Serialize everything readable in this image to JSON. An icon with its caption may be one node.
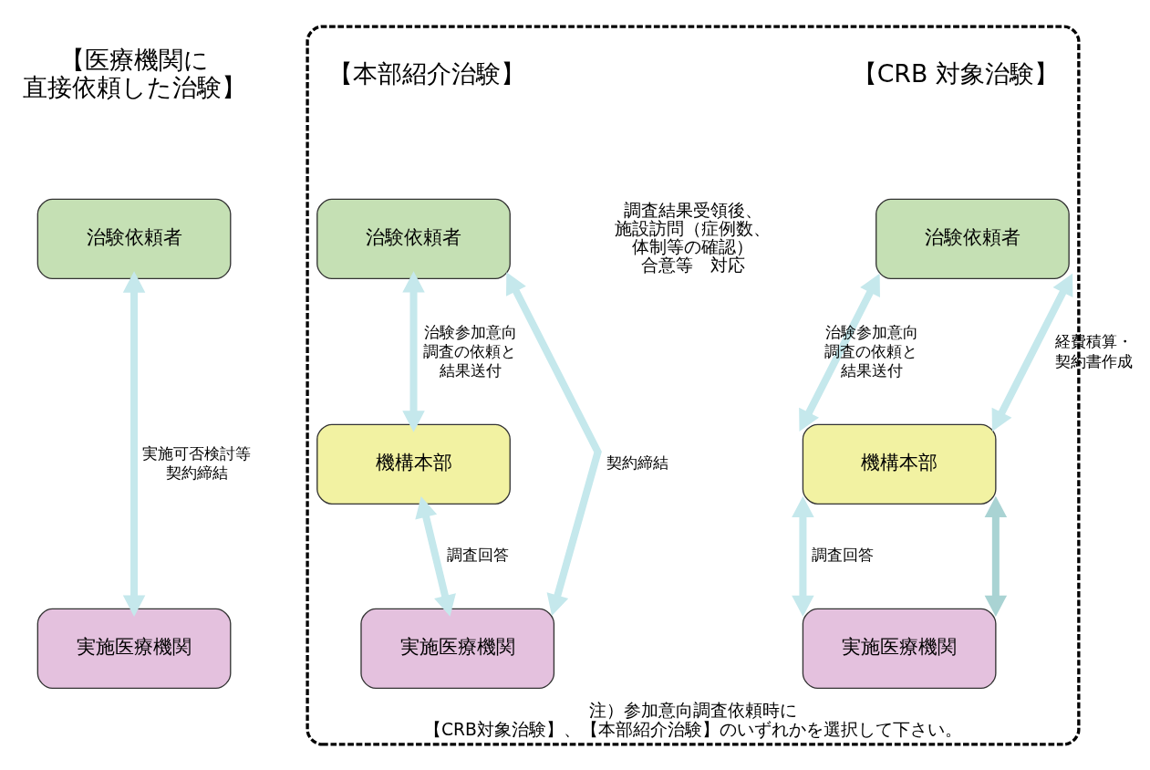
{
  "diagram": {
    "nodes": [
      {
        "text": [
          "治験依頼者"
        ]
      },
      {
        "text": [
          "実施医療機関"
        ]
      },
      {
        "text": [
          "注）参加意向調査依頼時に【CRB対象治験】、【本部紹介治験】のいずれかを選択して下さい。"
        ]
      },
      {
        "text": [
          "治験依頼者"
        ],
        "in": 2
      },
      {
        "text": [
          "機構本部"
        ],
        "in": 2
      },
      {
        "text": [
          "実施医療機関"
        ],
        "in": 2
      },
      {
        "text": [
          "治験依頼者"
        ],
        "in": 2
      },
      {
        "text": [
          "機構本部"
        ],
        "in": 2
      },
      {
        "text": [
          "実施医療機関"
        ],
        "in": 2
      }
    ],
    "edges": [
      {
        "from": 0,
        "to": 1,
        "arrow": "both",
        "label": "実施可否検討等契約締結"
      },
      {
        "from": 3,
        "to": 4,
        "arrow": "both",
        "label": "治験参加意向調査の依頼と結果送付"
      },
      {
        "from": 4,
        "to": 5,
        "arrow": "both",
        "label": "調査回答"
      },
      {
        "from": 3,
        "to": 5,
        "arrow": "both",
        "label": "契約締結"
      },
      {
        "from": 6,
        "to": 7,
        "arrow": "both",
        "label": "治験参加意向調査の依頼と結果送付"
      },
      {
        "from": 6,
        "to": 7,
        "arrow": "both",
        "label": "経費積算・契約書作成"
      },
      {
        "from": 7,
        "to": 8,
        "arrow": "both",
        "label": "調査回答"
      },
      {
        "from": 8,
        "to": 7,
        "arrow": "both",
        "color": "#a9d3d3"
      }
    ],
    "labels": [
      "【医療機関に直接依頼した治験】",
      "【本部紹介治験】",
      "【CRB 対象治験】",
      "調査結果受領後、施設訪問（症例数、体制等の確認）合意等　対応"
    ]
  }
}
